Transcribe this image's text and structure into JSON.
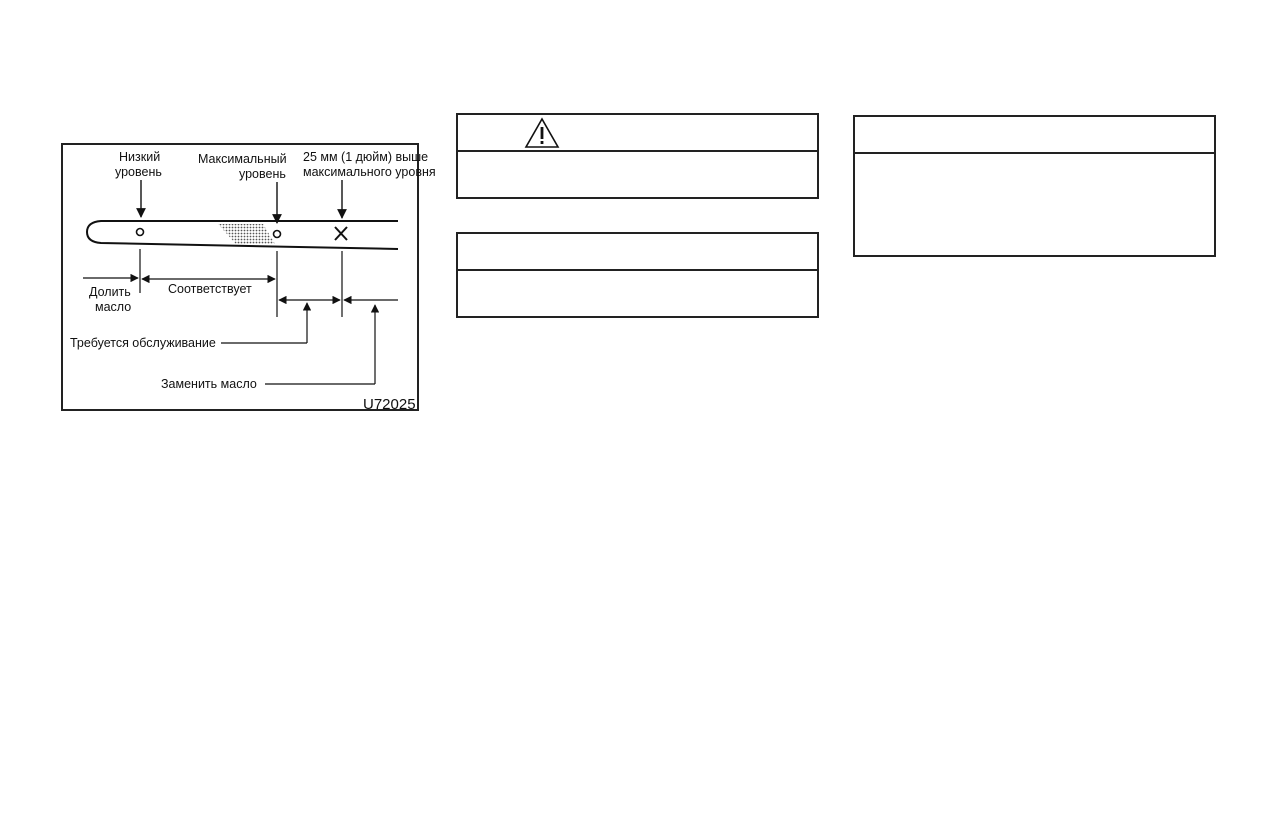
{
  "figure": {
    "labels": {
      "low_level_1": "Низкий",
      "low_level_2": "уровень",
      "max_level_1": "Максимальный",
      "max_level_2": "уровень",
      "above_max_1": "25 мм (1 дюйм) выше",
      "above_max_2": "максимального уровня",
      "add_oil_1": "Долить",
      "add_oil_2": "масло",
      "ok": "Соответствует",
      "service_required": "Требуется обслуживание",
      "replace_oil": "Заменить масло"
    },
    "code": "U72025"
  },
  "boxes": {
    "warning": {
      "icon": "warning-triangle-icon"
    },
    "box2": {},
    "box3": {}
  }
}
